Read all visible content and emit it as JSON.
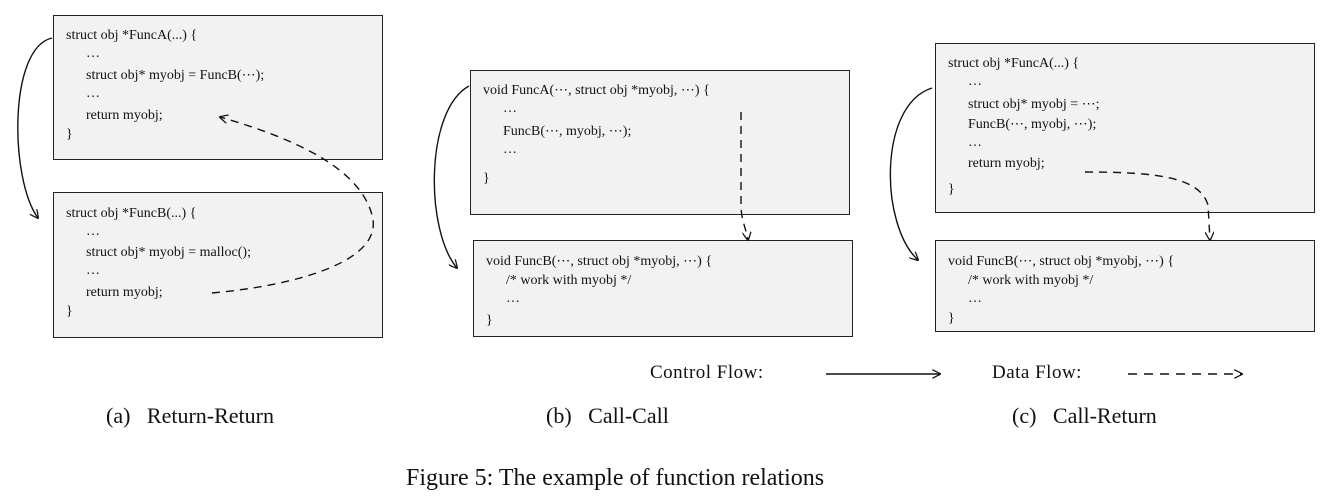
{
  "panels": {
    "a": {
      "label": "(a)   Return-Return",
      "top": [
        "struct obj *FuncA(...) {",
        "…",
        "struct obj* myobj = FuncB(⋯);",
        "…",
        "return myobj;",
        "}"
      ],
      "bottom": [
        "struct obj *FuncB(...) {",
        "…",
        "struct obj* myobj = malloc();",
        "…",
        "return myobj;",
        "}"
      ]
    },
    "b": {
      "label": "(b)   Call-Call",
      "top": [
        "void FuncA(⋯, struct obj *myobj, ⋯) {",
        "…",
        "FuncB(⋯, myobj, ⋯);",
        "…",
        "}"
      ],
      "bottom": [
        "void FuncB(⋯, struct obj *myobj, ⋯) {",
        "/* work with myobj */",
        "…",
        "}"
      ]
    },
    "c": {
      "label": "(c)   Call-Return",
      "top": [
        "struct obj *FuncA(...) {",
        "…",
        "struct obj* myobj = ⋯;",
        "FuncB(⋯, myobj, ⋯);",
        "…",
        "return myobj;",
        "}"
      ],
      "bottom": [
        "void FuncB(⋯, struct obj *myobj, ⋯) {",
        "/* work with myobj */",
        "…",
        "}"
      ]
    }
  },
  "legend": {
    "control_flow": "Control Flow:",
    "data_flow": "Data Flow:"
  },
  "caption": "Figure 5: The example of function relations"
}
